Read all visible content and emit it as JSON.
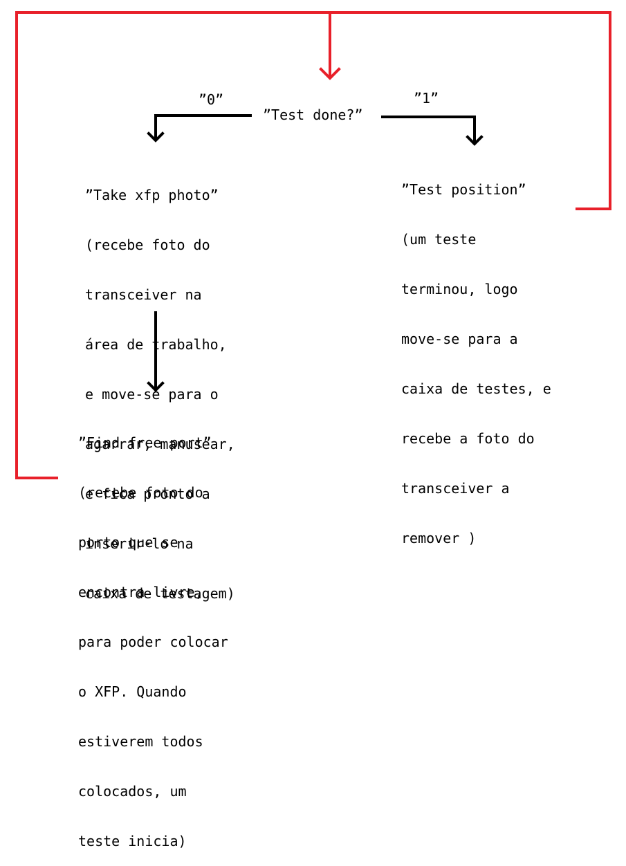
{
  "colors": {
    "loop_line": "#e8202a",
    "flow_line": "#000000",
    "text": "#000000",
    "background": "#ffffff"
  },
  "decision": {
    "text": "”Test done?”",
    "branch_left": "”0”",
    "branch_right": "”1”"
  },
  "take_photo": {
    "lines": [
      "”Take xfp photo”",
      "(recebe foto do",
      "transceiver na",
      "área de trabalho,",
      "e move-se para o",
      "agarrar, manusear,",
      "e fica pronto a",
      "inserir-lo na",
      "caixa de testagem)"
    ]
  },
  "test_position": {
    "lines": [
      "”Test position”",
      "(um teste",
      "terminou, logo",
      "move-se para a",
      "caixa de testes, e",
      "recebe a foto do",
      "transceiver a",
      "remover )"
    ]
  },
  "find_port": {
    "lines": [
      "”Find free port”",
      "(recebe foto do",
      "porto que se",
      "encontra livre,",
      "para poder colocar",
      "o XFP. Quando",
      "estiverem todos",
      "colocados, um",
      "teste inicia)"
    ]
  }
}
